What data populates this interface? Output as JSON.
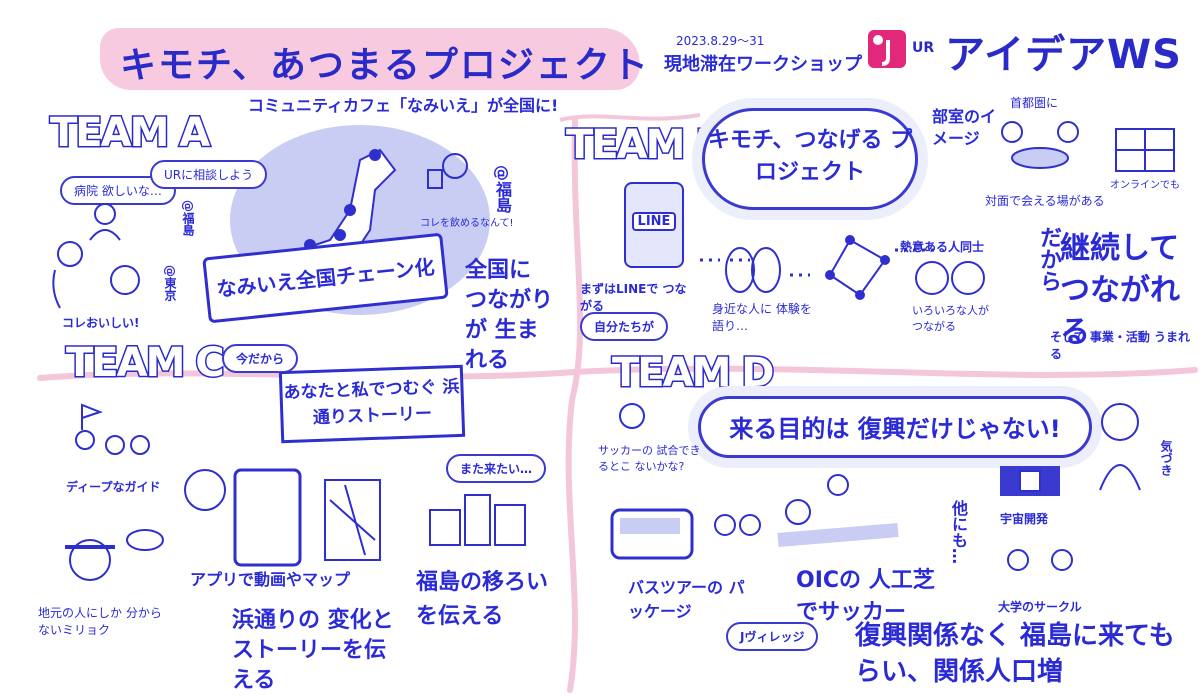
{
  "header": {
    "title": "キモチ、あつまるプロジェクト",
    "date": "2023.8.29〜31",
    "subtitle": "現地滞在ワークショップ",
    "logo_text": "UR",
    "brand_title": "アイデアWS"
  },
  "teamA": {
    "label": "TEAM A",
    "headline": "コミュニティカフェ「なみいえ」が全国に!",
    "bubble1": "病院 欲しいな…",
    "bubble2": "URに相談しよう",
    "tag_fukushima1": "@福島",
    "tag_fukushima2": "@福島",
    "tag_tokyo": "@東京",
    "oishii": "コレおいしい!",
    "cafe_note": "コレを飲めるなんて!",
    "banner": "なみいえ全国チェーン化",
    "result": "全国に つながりが 生まれる"
  },
  "teamB": {
    "label": "TEAM B",
    "cloud": "キモチ、つなげる プロジェクト",
    "bukatsu": "部室のイメージ",
    "shutoken": "首都圏に",
    "taimen": "対面で会える場がある",
    "online": "オンラインでも",
    "phone_text": "LINE",
    "line_step": "まずはLINEで つながる",
    "jibuntachi": "自分たちが",
    "mijika": "身近な人に 体験を語り…",
    "netsui": "熱意ある人同士",
    "iroiro": "いろいろな人が つながる",
    "dakara": "だから",
    "keizoku": "継続して つながれる",
    "jigyou": "そして 事業・活動 うまれる"
  },
  "teamC": {
    "label": "TEAM C",
    "imadakara": "今だから",
    "sign": "あなたと私でつむぐ 浜通りストーリー",
    "deep_guide": "ディープなガイド",
    "jimoto": "地元の人にしか 分からないミリョク",
    "app": "アプリで動画やマップ",
    "mata": "また来たい…",
    "hamadori": "浜通りの 変化とストーリーを伝える",
    "utsuroi": "福島の移ろい を伝える"
  },
  "teamD": {
    "label": "TEAM D",
    "cloud": "来る目的は 復興だけじゃない!",
    "kizuki": "気づき",
    "soccer_q": "サッカーの 試合できるとこ ないかな?",
    "bus": "バスツアーの パッケージ",
    "oic": "OICの 人工芝でサッカー",
    "jvillage": "Jヴィレッジ",
    "hokanimo": "他にも…",
    "uchu": "宇宙開発",
    "daigaku": "大学のサークル",
    "conclusion": "復興関係なく 福島に来てもらい、関係人口増"
  },
  "colors": {
    "ink": "#2f2fd0",
    "pink": "#f7c9de",
    "lavender": "#c9ccf3",
    "logo_pink": "#e1287a"
  }
}
